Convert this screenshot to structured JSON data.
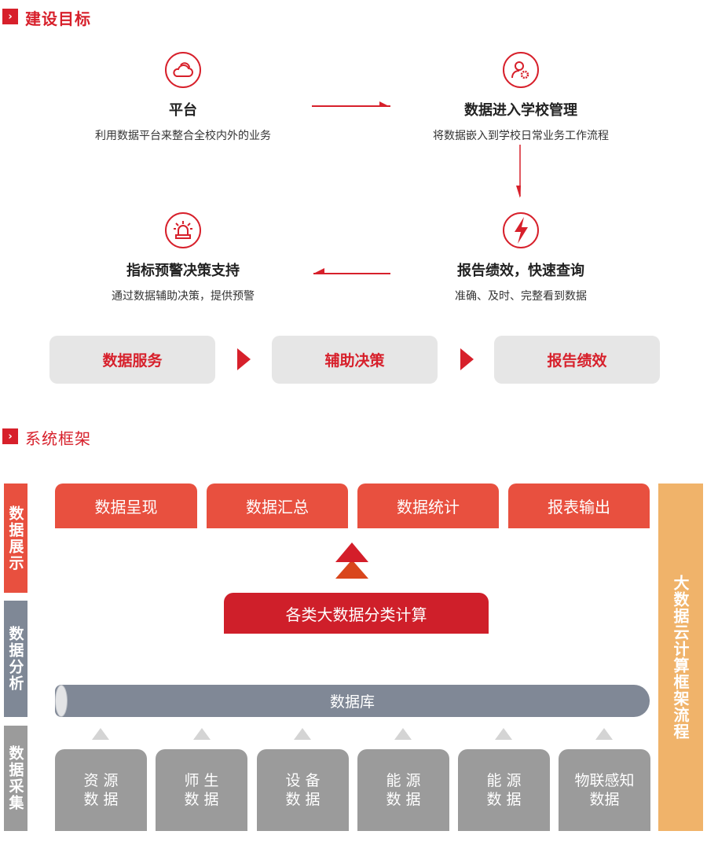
{
  "section1": {
    "title": "建设目标",
    "icon": "chevron-right-icon"
  },
  "goals": [
    {
      "icon": "cloud-icon",
      "title": "平台",
      "desc": "利用数据平台来整合全校内外的业务"
    },
    {
      "icon": "user-gear-icon",
      "title": "数据进入学校管理",
      "desc": "将数据嵌入到学校日常业务工作流程"
    },
    {
      "icon": "alarm-light-icon",
      "title": "指标预警决策支持",
      "desc": "通过数据辅助决策，提供预警"
    },
    {
      "icon": "lightning-icon",
      "title": "报告绩效，快速查询",
      "desc": "准确、及时、完整看到数据"
    }
  ],
  "flow": [
    "数据服务",
    "辅助决策",
    "报告绩效"
  ],
  "section2": {
    "title": "系统框架",
    "icon": "chevron-right-icon"
  },
  "framework": {
    "layers": [
      "数据展示",
      "数据分析",
      "数据采集"
    ],
    "display": [
      "数据呈现",
      "数据汇总",
      "数据统计",
      "报表输出"
    ],
    "compute": "各类大数据分类计算",
    "database": "数据库",
    "sources": [
      {
        "line1": "资 源",
        "line2": "数 据"
      },
      {
        "line1": "师 生",
        "line2": "数 据"
      },
      {
        "line1": "设 备",
        "line2": "数 据"
      },
      {
        "line1": "能 源",
        "line2": "数 据"
      },
      {
        "line1": "能 源",
        "line2": "数 据"
      },
      {
        "line1": "物联感知",
        "line2": "数据"
      }
    ],
    "side_label": "大数据云计算框架流程"
  },
  "colors": {
    "brand_red": "#d7202b",
    "display_red": "#e8503f",
    "analysis_gray": "#7f8896",
    "collect_gray": "#9b9b9b",
    "side_orange": "#f0b36a"
  }
}
